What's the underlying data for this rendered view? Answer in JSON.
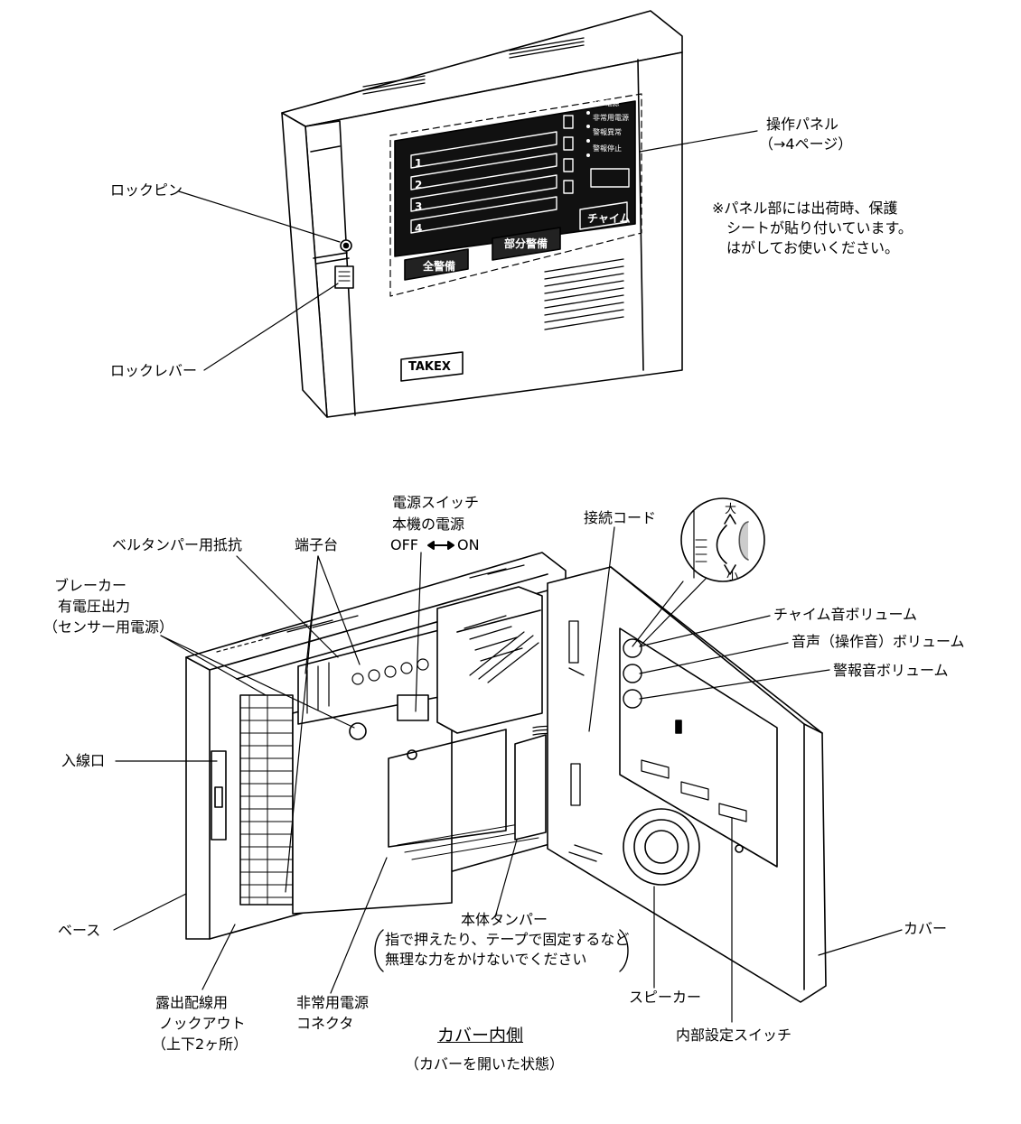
{
  "top_view": {
    "zones": [
      "1",
      "2",
      "3",
      "4"
    ],
    "status_leds": [
      "AC 電源",
      "非常用電源",
      "警報異常",
      "警報停止"
    ],
    "buttons": {
      "zenkeibi": "全警備",
      "bubun": "部分警備",
      "chime": "チャイム"
    },
    "brand": "TAKEX",
    "labels": {
      "lock_pin": "ロックピン",
      "lock_lever": "ロックレバー",
      "panel_title": "操作パネル",
      "panel_ref": "（→4ページ）",
      "note_l1": "※パネル部には出荷時、保護",
      "note_l2": "シートが貼り付いています。",
      "note_l3": "はがしてお使いください。"
    }
  },
  "bottom_view": {
    "labels": {
      "power_switch_l1": "電源スイッチ",
      "power_switch_l2": "本機の電源",
      "power_off": "OFF",
      "power_on": "ON",
      "bell_resistor": "ベルタンパー用抵抗",
      "terminal_block": "端子台",
      "breaker_l1": "ブレーカー",
      "breaker_l2": "有電圧出力",
      "breaker_l3": "（センサー用電源）",
      "connect_cord": "接続コード",
      "vol_big": "大",
      "vol_small": "小",
      "chime_volume": "チャイム音ボリューム",
      "voice_volume": "音声（操作音）ボリューム",
      "alarm_volume": "警報音ボリューム",
      "inlet": "入線口",
      "base": "ベース",
      "cover": "カバー",
      "tamper_title": "本体タンパー",
      "tamper_note1": "指で押えたり、テープで固定するなど",
      "tamper_note2": "無理な力をかけないでください",
      "speaker": "スピーカー",
      "knockout_l1": "露出配線用",
      "knockout_l2": "ノックアウト",
      "knockout_l3": "（上下2ヶ所）",
      "emergency_l1": "非常用電源",
      "emergency_l2": "コネクタ",
      "dip_switch": "内部設定スイッチ",
      "caption_title": "カバー内側",
      "caption_sub": "（カバーを開いた状態）"
    }
  }
}
